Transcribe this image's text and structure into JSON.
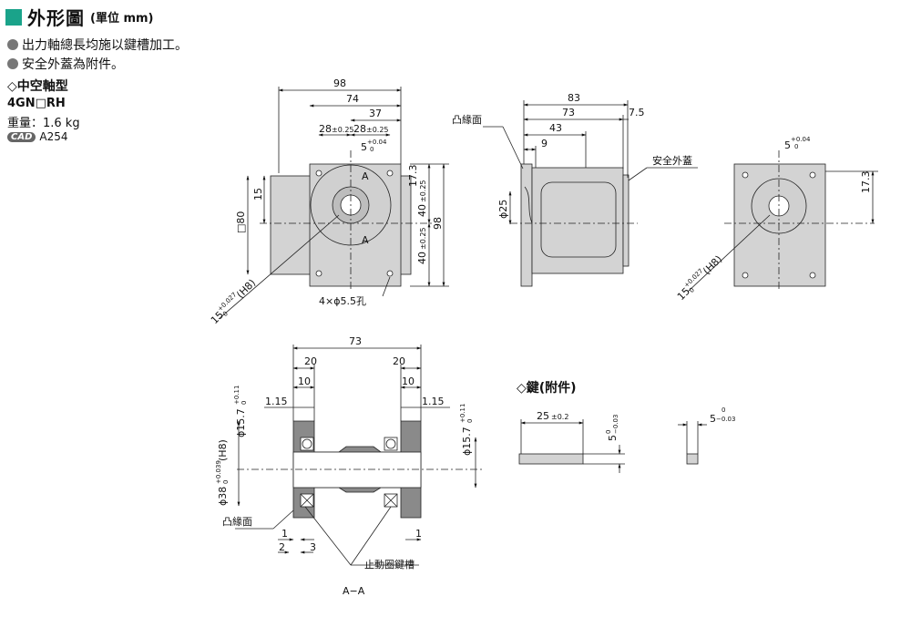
{
  "header": {
    "title": "外形圖",
    "unit": "(單位 mm)"
  },
  "notes": [
    "出力軸總長均施以鍵槽加工。",
    "安全外蓋為附件。"
  ],
  "section_title": "◇中空軸型",
  "model": "4GN□RH",
  "weight": "重量：1.6 kg",
  "cad": {
    "badge": "CAD",
    "code": "A254"
  },
  "front_view": {
    "dim_98_top": "98",
    "dim_74": "74",
    "dim_37": "37",
    "dim_28a": "28",
    "dim_28a_tol": "±0.25",
    "dim_28b": "28",
    "dim_28b_tol": "±0.25",
    "dim_5": "5",
    "dim_5_tol_up": "+0.04",
    "dim_5_tol_low": "0",
    "dim_15": "15",
    "dim_sq80": "□80",
    "dim_17_3": "17.3",
    "dim_40a": "40",
    "dim_40a_tol": "±0.25",
    "dim_40b": "40",
    "dim_40b_tol": "±0.25",
    "dim_98_side": "98",
    "label_a_top": "A",
    "label_a_bottom": "A",
    "holes": "4×ϕ5.5孔",
    "bore": "15",
    "bore_tol_up": "+0.027",
    "bore_tol_low": "0",
    "bore_fit": "(H8)"
  },
  "side_view": {
    "dim_83": "83",
    "dim_73": "73",
    "dim_7_5": "7.5",
    "dim_43": "43",
    "dim_9": "9",
    "label_flange": "凸緣面",
    "label_cover": "安全外蓋",
    "dim_phi25": "ϕ25"
  },
  "rear_view": {
    "dim_5": "5",
    "dim_5_tol_up": "+0.04",
    "dim_5_tol_low": "0",
    "dim_17_3": "17.3",
    "bore": "15",
    "bore_tol_up": "+0.027",
    "bore_tol_low": "0",
    "bore_fit": "(H8)"
  },
  "section_view": {
    "dim_73": "73",
    "dim_20a": "20",
    "dim_20b": "20",
    "dim_10a": "10",
    "dim_10b": "10",
    "dim_1_15a": "1.15",
    "dim_1_15b": "1.15",
    "phi15_7_left": "ϕ15.7",
    "phi15_7_left_tol_up": "+0.11",
    "phi15_7_left_tol_low": "0",
    "phi15_7_right": "ϕ15.7",
    "phi15_7_right_tol_up": "+0.11",
    "phi15_7_right_tol_low": "0",
    "h8": "(H8)",
    "phi38": "ϕ38",
    "phi38_tol_up": "+0.039",
    "phi38_tol_low": "0",
    "label_flange": "凸緣面",
    "dim_1a": "1",
    "dim_1b": "1",
    "dim_2": "2",
    "dim_3": "3",
    "label_groove": "止動圈鍵槽",
    "label_aa": "A−A"
  },
  "key": {
    "title": "◇鍵(附件)",
    "dim_25": "25",
    "dim_25_tol": "±0.2",
    "dim_5a": "5",
    "dim_5a_tol_up": "0",
    "dim_5a_tol_low": "−0.03",
    "dim_5b": "5",
    "dim_5b_tol_up": "0",
    "dim_5b_tol_low": "−0.03"
  },
  "colors": {
    "accent": "#1aa38a",
    "part_fill": "#d3d3d3",
    "dark_fill": "#8a8a8a"
  }
}
